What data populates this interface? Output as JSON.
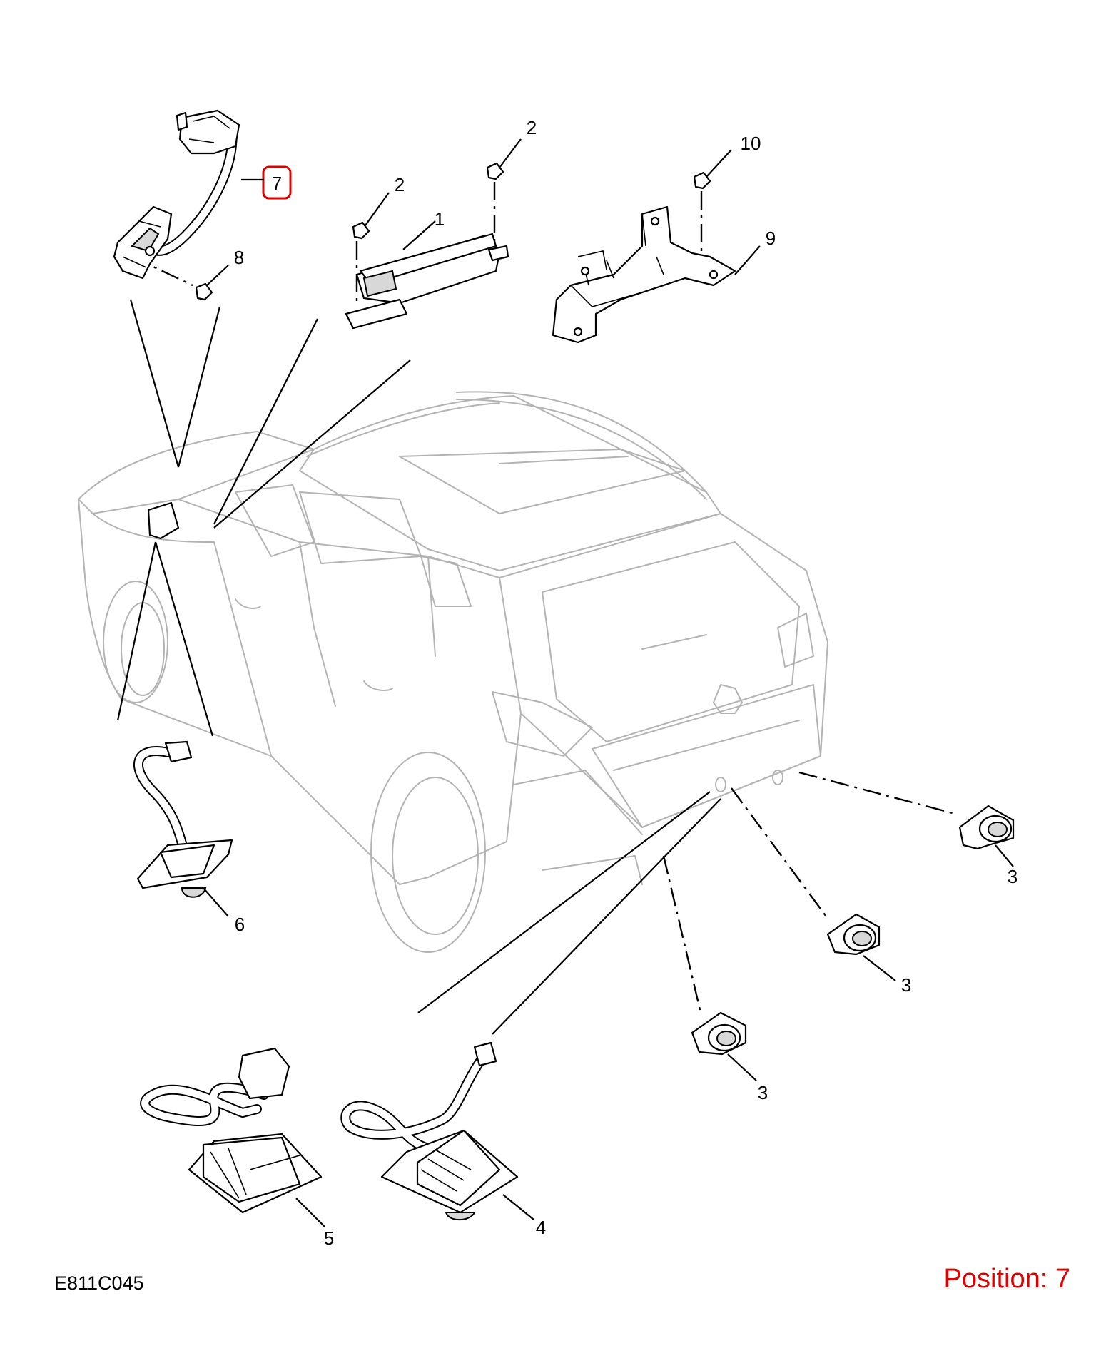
{
  "callouts": {
    "c1": "1",
    "c2a": "2",
    "c2b": "2",
    "c3a": "3",
    "c3b": "3",
    "c3c": "3",
    "c4": "4",
    "c5": "5",
    "c6": "6",
    "c7": "7",
    "c8": "8",
    "c9": "9",
    "c10": "10"
  },
  "footer": {
    "doc_code": "E811C045",
    "position": "Position: 7"
  },
  "colors": {
    "highlight": "#e00000",
    "line": "#000000",
    "vehicle_outline": "#b3b3b3"
  }
}
